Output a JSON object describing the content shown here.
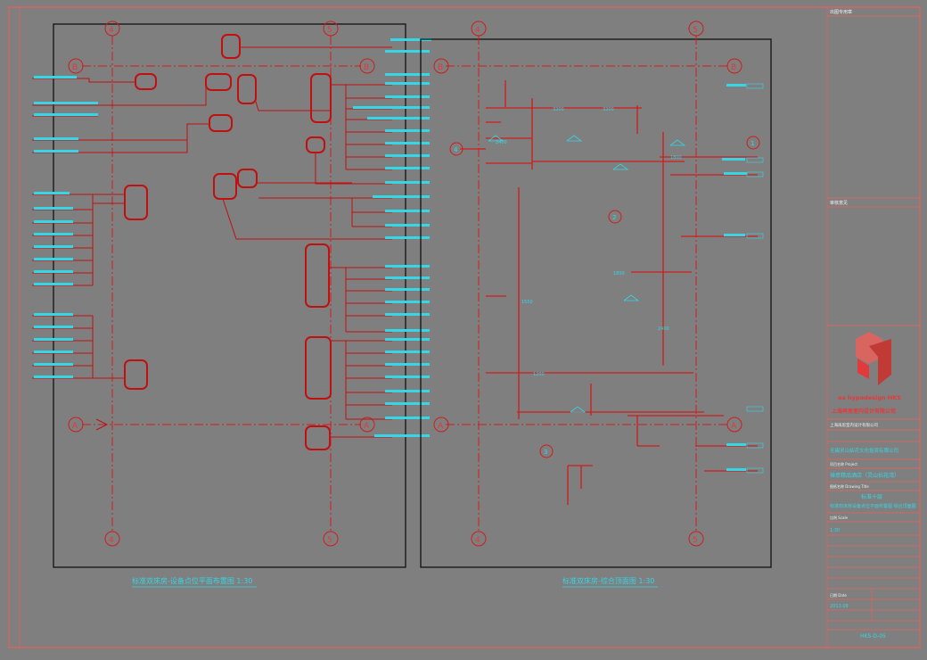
{
  "drawing": {
    "axis_labels": {
      "col_a": "4",
      "col_b": "5",
      "row_a": "B",
      "row_b": "A"
    },
    "left_plan": {
      "title": "标准双床房-设备点位平面布置图 1:30"
    },
    "right_plan": {
      "title": "标准双床房-综合顶面图 1:30"
    },
    "section_marks": {
      "left": "4",
      "right": "1",
      "lower_a": "2",
      "lower_b": "3"
    },
    "dimension_labels": [
      "3300",
      "3300",
      "2400",
      "1800",
      "2400",
      "1200",
      "1800",
      "1550"
    ]
  },
  "title_block": {
    "stamp_label": "出图专用章",
    "review_label": "审核意见",
    "company_brand": "ea hypodesign HKS",
    "company_cn": "上海再思室内设计有限公司",
    "company_cn_2": "上海再思室内设计有限公司",
    "client": "无锡灵山拈花文化投资有限公司",
    "project_label": "项目名称 Project",
    "project_name": "禅意精品酒店（灵山拈花湾）",
    "drawing_label": "图纸名称 Drawing Title",
    "drawing_name_1": "标准十层",
    "drawing_name_2": "标准双床房设备点位平面布置图 综合顶面图",
    "scale_label": "比例 Scale",
    "scale_value": "1:30",
    "date_label": "日期 Date",
    "date_value": "2013.08",
    "sheet_no": "HKS-D-05"
  },
  "colors": {
    "frame": "#e8605a",
    "line": "#d01c1c",
    "text": "#35d6e6",
    "bg": "#7f7f7f"
  }
}
